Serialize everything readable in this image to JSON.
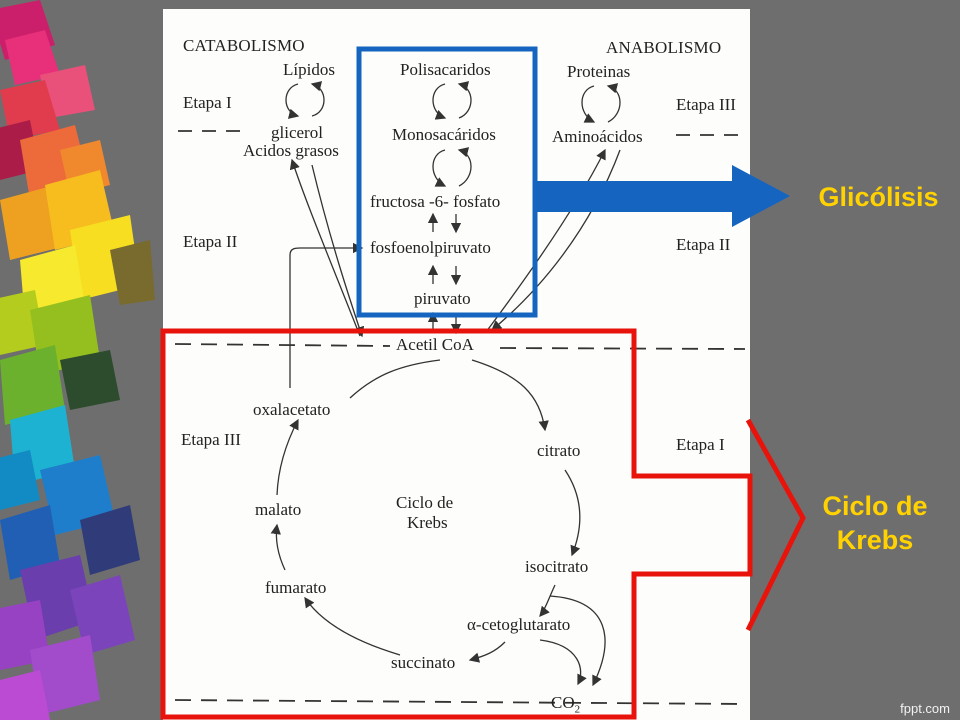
{
  "diagram": {
    "catabolismo": "CATABOLISMO",
    "anabolismo": "ANABOLISMO",
    "etapa_i_left": "Etapa I",
    "etapa_ii_left": "Etapa II",
    "etapa_iii_left": "Etapa III",
    "etapa_iii_right": "Etapa III",
    "etapa_ii_right": "Etapa II",
    "etapa_i_right": "Etapa I",
    "lipidos": "Lípidos",
    "glicerol": "glicerol",
    "acidos_grasos": "Acidos grasos",
    "polisacaridos": "Polisacaridos",
    "monosacaridos": "Monosacáridos",
    "fructosa": "fructosa -6- fosfato",
    "fosfoenolpiruvato": "fosfoenolpiruvato",
    "piruvato": "piruvato",
    "proteinas": "Proteinas",
    "aminoacidos": "Aminoácidos",
    "acetil_coa": "Acetil CoA",
    "citrato": "citrato",
    "isocitrato": "isocitrato",
    "cetoglutarato": "α-cetoglutarato",
    "succinato": "succinato",
    "fumarato": "fumarato",
    "malato": "malato",
    "oxalacetato": "oxalacetato",
    "ciclo_line1": "Ciclo de",
    "ciclo_line2": "Krebs",
    "co2": "CO",
    "co2_sub": "2"
  },
  "callouts": {
    "glicolisis": "Glicólisis",
    "ciclo_line1": "Ciclo de",
    "ciclo_line2": "Krebs"
  },
  "footer": "fppt.com",
  "colors": {
    "background": "#6e6e6e",
    "highlight_blue": "#1565c0",
    "highlight_red": "#e8140c",
    "callout_text": "#ffd200"
  },
  "icons": [
    "colored-cubes-decoration"
  ]
}
